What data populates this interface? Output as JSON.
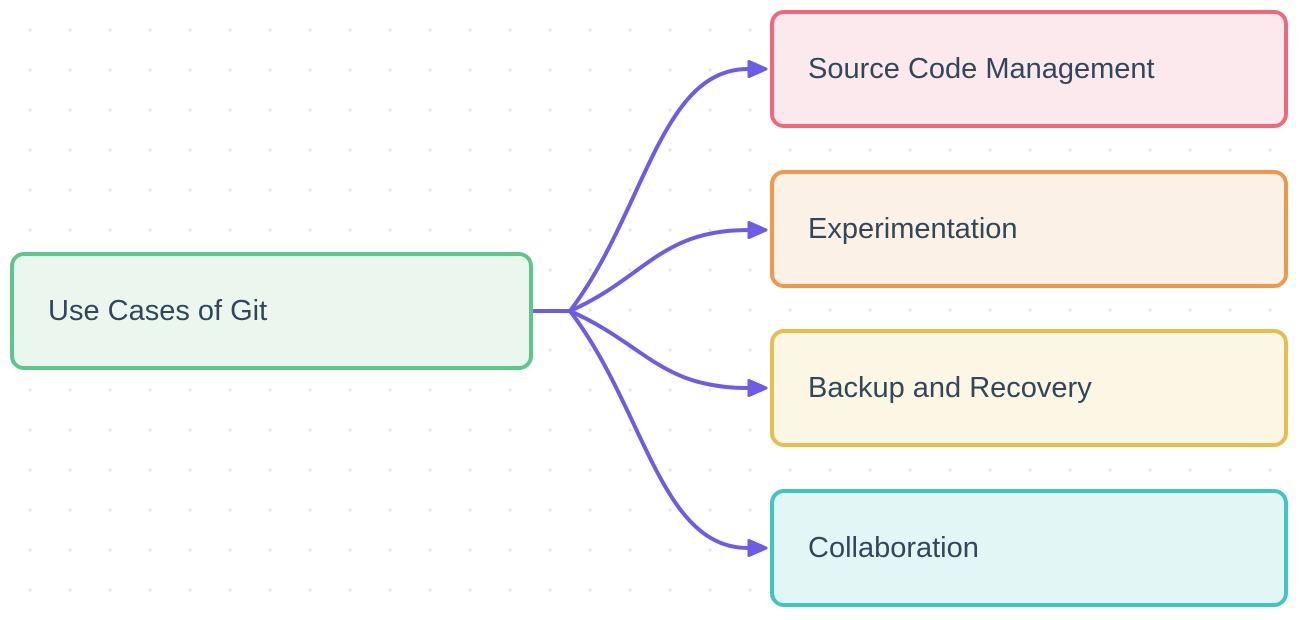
{
  "diagram": {
    "connector_color": "#6c5ce7",
    "text_color": "#32475a",
    "background": {
      "color": "#ffffff",
      "dot_color": "#e7e7e7"
    },
    "root": {
      "label": "Use Cases of Git",
      "border_color": "#5bc88a",
      "fill_color": "#eaf6ee"
    },
    "children": [
      {
        "label": "Source Code Management",
        "border_color": "#f0697b",
        "fill_color": "#fbe9ed"
      },
      {
        "label": "Experimentation",
        "border_color": "#f0974b",
        "fill_color": "#fcf1e6"
      },
      {
        "label": "Backup and Recovery",
        "border_color": "#e5be4d",
        "fill_color": "#fcf6e4"
      },
      {
        "label": "Collaboration",
        "border_color": "#40c6c2",
        "fill_color": "#e2f6f5"
      }
    ]
  }
}
